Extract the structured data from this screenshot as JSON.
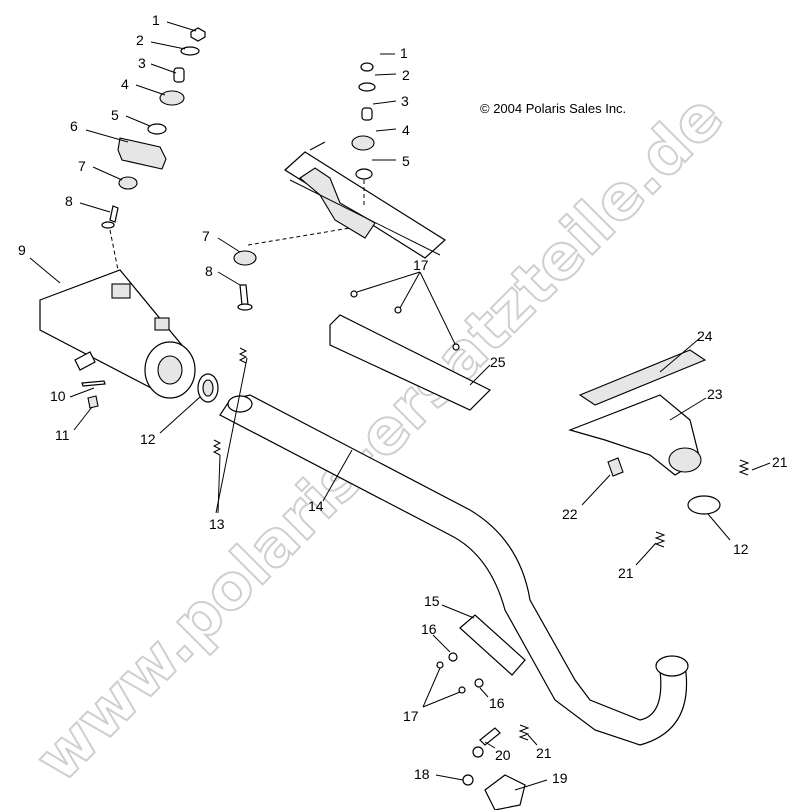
{
  "copyright": "© 2004 Polaris Sales Inc.",
  "watermark": "www.polaris-ersatzteile.de",
  "callouts": [
    {
      "id": "c1a",
      "label": "1"
    },
    {
      "id": "c2a",
      "label": "2"
    },
    {
      "id": "c3a",
      "label": "3"
    },
    {
      "id": "c4a",
      "label": "4"
    },
    {
      "id": "c5a",
      "label": "5"
    },
    {
      "id": "c6",
      "label": "6"
    },
    {
      "id": "c7a",
      "label": "7"
    },
    {
      "id": "c8a",
      "label": "8"
    },
    {
      "id": "c9",
      "label": "9"
    },
    {
      "id": "c10",
      "label": "10"
    },
    {
      "id": "c11",
      "label": "11"
    },
    {
      "id": "c12a",
      "label": "12"
    },
    {
      "id": "c13",
      "label": "13"
    },
    {
      "id": "c14",
      "label": "14"
    },
    {
      "id": "c1b",
      "label": "1"
    },
    {
      "id": "c2b",
      "label": "2"
    },
    {
      "id": "c3b",
      "label": "3"
    },
    {
      "id": "c4b",
      "label": "4"
    },
    {
      "id": "c5b",
      "label": "5"
    },
    {
      "id": "c7b",
      "label": "7"
    },
    {
      "id": "c8b",
      "label": "8"
    },
    {
      "id": "c17a",
      "label": "17"
    },
    {
      "id": "c25",
      "label": "25"
    },
    {
      "id": "c24",
      "label": "24"
    },
    {
      "id": "c23",
      "label": "23"
    },
    {
      "id": "c21a",
      "label": "21"
    },
    {
      "id": "c22",
      "label": "22"
    },
    {
      "id": "c12b",
      "label": "12"
    },
    {
      "id": "c21b",
      "label": "21"
    },
    {
      "id": "c15",
      "label": "15"
    },
    {
      "id": "c16a",
      "label": "16"
    },
    {
      "id": "c16b",
      "label": "16"
    },
    {
      "id": "c17b",
      "label": "17"
    },
    {
      "id": "c20",
      "label": "20"
    },
    {
      "id": "c21c",
      "label": "21"
    },
    {
      "id": "c18",
      "label": "18"
    },
    {
      "id": "c19",
      "label": "19"
    }
  ]
}
